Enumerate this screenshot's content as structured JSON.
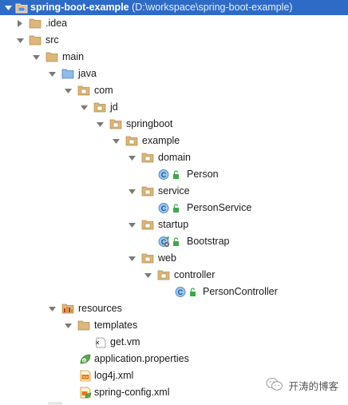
{
  "project": {
    "name": "spring-boot-example",
    "path": "(D:\\workspace\\spring-boot-example)"
  },
  "tree": [
    {
      "label": "spring-boot-example",
      "type": "project-folder",
      "expanded": true,
      "selected": true
    },
    {
      "label": ".idea",
      "type": "folder",
      "expanded": false
    },
    {
      "label": "src",
      "type": "folder",
      "expanded": true
    },
    {
      "label": "main",
      "type": "folder",
      "expanded": true
    },
    {
      "label": "java",
      "type": "source-folder",
      "expanded": true
    },
    {
      "label": "com",
      "type": "package",
      "expanded": true
    },
    {
      "label": "jd",
      "type": "package",
      "expanded": true
    },
    {
      "label": "springboot",
      "type": "package",
      "expanded": true
    },
    {
      "label": "example",
      "type": "package",
      "expanded": true
    },
    {
      "label": "domain",
      "type": "package",
      "expanded": true
    },
    {
      "label": "Person",
      "type": "class"
    },
    {
      "label": "service",
      "type": "package",
      "expanded": true
    },
    {
      "label": "PersonService",
      "type": "class"
    },
    {
      "label": "startup",
      "type": "package",
      "expanded": true
    },
    {
      "label": "Bootstrap",
      "type": "main-class"
    },
    {
      "label": "web",
      "type": "package",
      "expanded": true
    },
    {
      "label": "controller",
      "type": "package",
      "expanded": true
    },
    {
      "label": "PersonController",
      "type": "class"
    },
    {
      "label": "resources",
      "type": "resources-folder",
      "expanded": true
    },
    {
      "label": "templates",
      "type": "folder",
      "expanded": true
    },
    {
      "label": "get.vm",
      "type": "vm-file"
    },
    {
      "label": "application.properties",
      "type": "spring-properties"
    },
    {
      "label": "log4j.xml",
      "type": "xml-file"
    },
    {
      "label": "spring-config.xml",
      "type": "spring-xml"
    }
  ],
  "watermark": {
    "text": "开涛的博客",
    "icon": "wechat-icon"
  },
  "colors": {
    "selection": "#2e6bc6",
    "folder": "#dcb67a",
    "class_circle": "#7fb6e6",
    "lock_green": "#3fa84a",
    "arrow": "#7a7a7a"
  }
}
